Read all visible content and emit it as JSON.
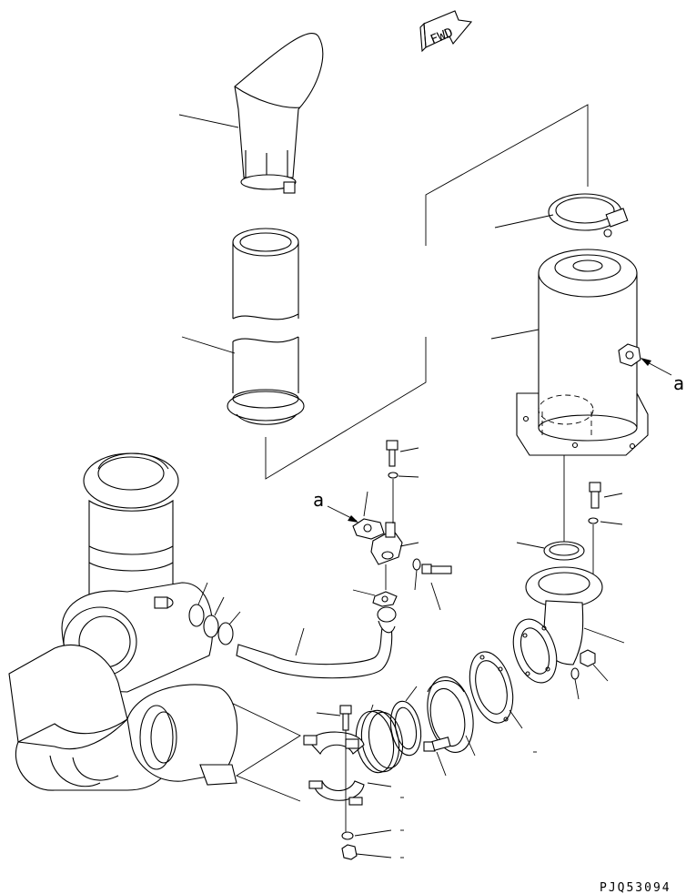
{
  "direction_marker": {
    "text": "FWD"
  },
  "callouts": {
    "a_right": "a",
    "a_left": "a"
  },
  "drawing_code": "PJQ53094"
}
